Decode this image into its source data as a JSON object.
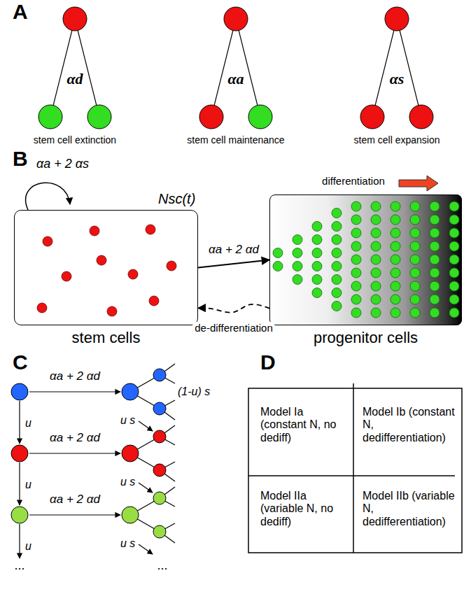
{
  "diagram": {
    "nodes": [
      {
        "text": [
          "Nsc(t)",
          "stem cells"
        ]
      },
      {
        "text": [
          "progenitor cells"
        ]
      }
    ],
    "edges": [
      {
        "from": 0,
        "to": 1,
        "arrow": "to",
        "label": "αa + 2 αd"
      },
      {
        "from": 1,
        "to": 0,
        "arrow": "to",
        "label": "de-differentiation"
      }
    ],
    "labels": [
      "A",
      "αd",
      "αa",
      "αs",
      "stem cell extinction",
      "stem cell maintenance",
      "stem cell expansion",
      "B",
      "αa + 2 αs",
      "differentiation",
      "C",
      "αa + 2 αd",
      "u",
      "(1-u) s",
      "u s",
      "u",
      "αa + 2 αd",
      "u s",
      "u",
      "αa + 2 αd",
      "u s",
      "...",
      "...",
      "D",
      "Model Ia (constant N, no dediff)",
      "Model Ib (constant N, dedifferentiation)",
      "Model IIa (variable N, no dediff)",
      "Model IIb (variable N, dedifferentiation)"
    ]
  }
}
